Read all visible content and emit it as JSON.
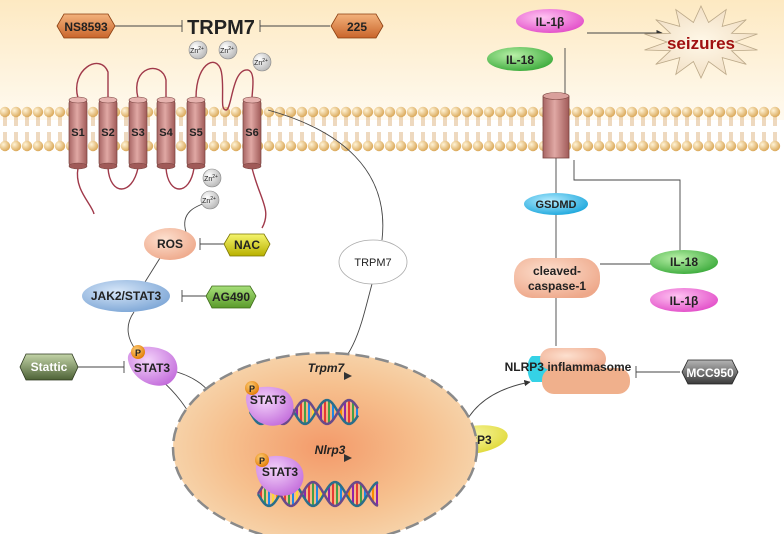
{
  "inhibitors": {
    "ns8593": "NS8593",
    "c225": "225",
    "nac": "NAC",
    "ag490": "AG490",
    "stattic": "Stattic",
    "mcc950": "MCC950"
  },
  "trpm7": {
    "title": "TRPM7",
    "cloud": "TRPM7"
  },
  "zinc": {
    "label": "Zn",
    "charge": "2+"
  },
  "helices": [
    "S1",
    "S2",
    "S3",
    "S4",
    "S5",
    "S6"
  ],
  "cytokines": {
    "il1b": "IL-1β",
    "il18": "IL-18"
  },
  "outcome": {
    "label": "seizures"
  },
  "pyroptosis": {
    "gsdmd": "GSDMD",
    "caspase_line1": "cleaved-",
    "caspase_line2": "caspase-1",
    "inflammasome": "NLRP3 inflammasome",
    "nlrp3": "NLRP3"
  },
  "signaling": {
    "ros": "ROS",
    "jak_stat": "JAK2/STAT3",
    "stat3": "STAT3",
    "phospho": "P"
  },
  "genes": {
    "trpm7": "Trpm7",
    "nlrp3": "Nlrp3"
  },
  "colors": {
    "membrane_head": "#e8b96a",
    "channel": "#c98886",
    "pink": "#f06ad6",
    "green": "#4fc24a",
    "cyan": "#2fb9e6",
    "peach": "#f4b89a",
    "stat": "#d487e6",
    "nucleus": "#f5c89a"
  }
}
